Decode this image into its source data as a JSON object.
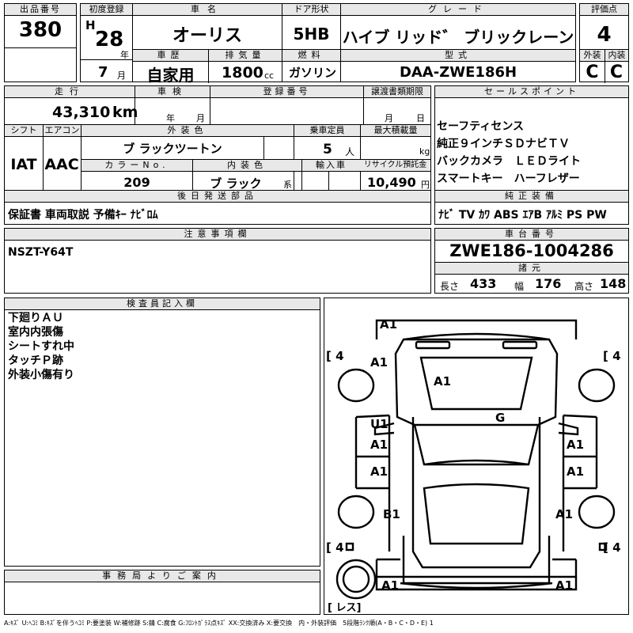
{
  "header": {
    "lot_no_label": "出品番号",
    "lot_no": "380",
    "first_reg_label": "初度登録",
    "era": "H",
    "year": "28",
    "year_unit": "年",
    "month": "7",
    "month_unit": "月",
    "car_name_label": "車名",
    "car_name": "オーリス",
    "door_label": "ドア形状",
    "door": "5HB",
    "grade_label": "グレード",
    "grade": "ハイブ リッド゛ ブリックレーン",
    "score_label": "評価点",
    "score": "4",
    "history_label": "車歴",
    "history": "自家用",
    "displacement_label": "排気量",
    "displacement": "1800",
    "displacement_unit": "cc",
    "fuel_label": "燃料",
    "fuel": "ガソリン",
    "model_label": "型式",
    "model": "DAA-ZWE186H",
    "ext_label": "外装",
    "ext": "C",
    "int_label": "内装",
    "int": "C"
  },
  "row2": {
    "mileage_label": "走行",
    "mileage": "43,310",
    "mileage_unit": "km",
    "inspection_label": "車検",
    "insp_year_unit": "年",
    "insp_month_unit": "月",
    "reg_no_label": "登録番号",
    "transfer_label": "譲渡書類期限",
    "transfer_month_unit": "月",
    "transfer_day_unit": "日",
    "shift_label": "シフト",
    "shift": "IAT",
    "ac_label": "エアコン",
    "ac": "AAC",
    "ext_color_label": "外装色",
    "ext_color": "ブ ラックツートン",
    "capacity_label": "乗車定員",
    "capacity": "5",
    "capacity_unit": "人",
    "max_load_label": "最大積載量",
    "max_load_unit": "kg",
    "color_no_label": "カラーNo.",
    "color_no": "209",
    "int_color_label": "内装色",
    "int_color": "ブ ラック",
    "int_color_unit": "系",
    "import_label": "輸入車",
    "recycle_label": "リサイクル預託金",
    "recycle": "10,490",
    "recycle_unit": "円"
  },
  "sales_points": {
    "title": "セールスポイント",
    "lines": [
      "セーフティセンス",
      "純正９インチＳＤナビＴＶ",
      "バックカメラ　ＬＥＤライト",
      "スマートキー　ハーフレザー"
    ]
  },
  "later_parts": {
    "title": "後日発送部品",
    "value": "保証書 車両取説 予備ｷｰ ﾅﾋﾞﾛﾑ"
  },
  "equipment": {
    "title": "純正装備",
    "value": "ﾅﾋﾞ TV ｶﾜ ABS ｴｱB ｱﾙﾐ PS PW"
  },
  "notes": {
    "title": "注意事項欄",
    "value": "NSZT-Y64T"
  },
  "chassis": {
    "title": "車台番号",
    "value": "ZWE186-1004286"
  },
  "specs": {
    "title": "諸元",
    "length_label": "長さ",
    "length": "433",
    "width_label": "幅",
    "width": "176",
    "height_label": "高さ",
    "height": "148"
  },
  "inspector": {
    "title": "検査員記入欄",
    "lines": [
      "下廻りＡＵ",
      "室内内張傷",
      "シートすれ中",
      "タッチＰ跡",
      "外装小傷有り"
    ]
  },
  "office": {
    "title": "事務局よりご案内"
  },
  "diagram": {
    "marks": [
      "A1",
      "A1",
      "A1",
      "G",
      "U1",
      "A1",
      "A1",
      "A1",
      "A1",
      "B1",
      "A1",
      "A1",
      "A1"
    ],
    "tire_labels": [
      "4",
      "4",
      "4",
      "4"
    ],
    "spare": "レス"
  },
  "legend": "A:ｷｽﾞ U:ﾍｺﾐ B:ｷｽﾞを伴うﾍｺﾐ P:要塗装 W:補修跡 S:錆 C:腐食 G:ﾌﾛﾝﾄｶﾞﾗｽ点ｷｽﾞ XX:交換済み X:要交換　内・外装評価　5段階ﾗﾝｸ順(A・B・C・D・E) 1"
}
